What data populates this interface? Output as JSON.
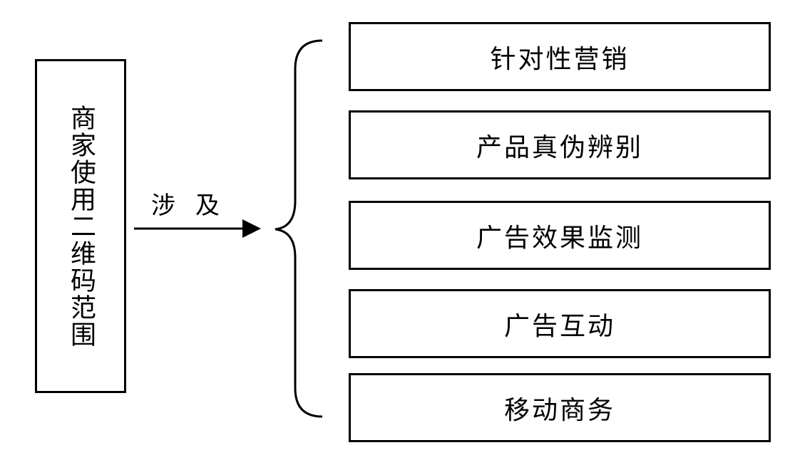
{
  "source": {
    "label": "商家使用二维码范围"
  },
  "relation": {
    "label": "涉及"
  },
  "items": [
    {
      "label": "针对性营销"
    },
    {
      "label": "产品真伪辨别"
    },
    {
      "label": "广告效果监测"
    },
    {
      "label": "广告互动"
    },
    {
      "label": "移动商务"
    }
  ]
}
